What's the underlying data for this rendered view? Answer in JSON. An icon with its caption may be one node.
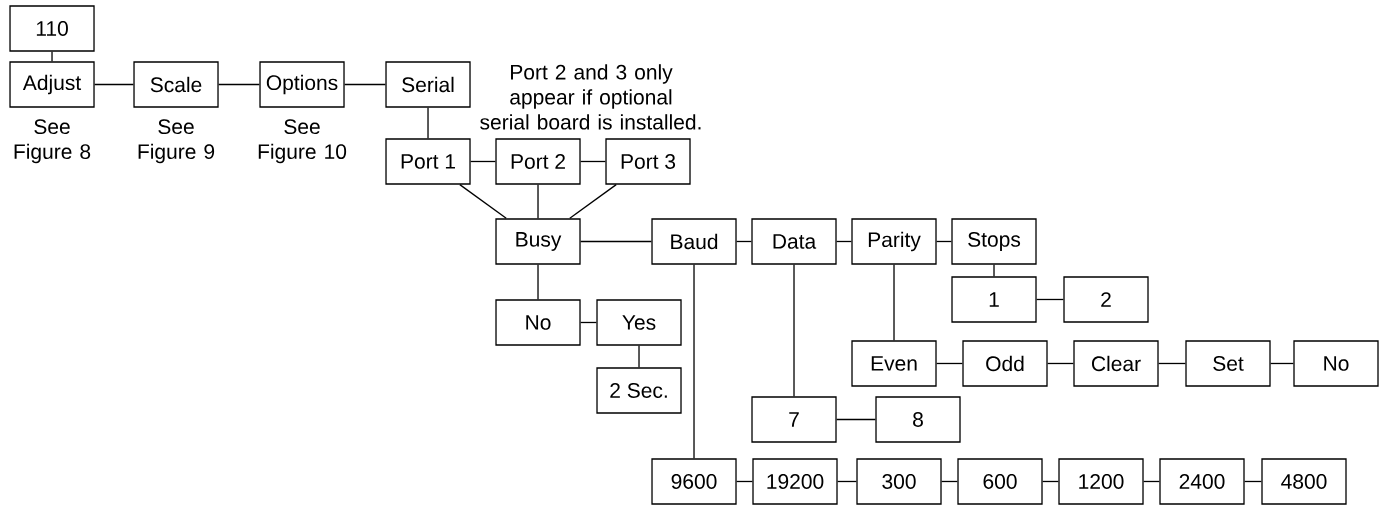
{
  "diagram": {
    "nodes": [
      {
        "text": [
          "110"
        ]
      },
      {
        "text": [
          "Adjust"
        ],
        "beside": [
          "See Figure 8"
        ]
      },
      {
        "text": [
          "Scale"
        ],
        "beside": [
          "See Figure 9"
        ]
      },
      {
        "text": [
          "Options"
        ],
        "beside": [
          "See Figure 10"
        ]
      },
      {
        "text": [
          "Serial"
        ]
      },
      {
        "text": [
          "Port 1"
        ]
      },
      {
        "text": [
          "Port 2"
        ]
      },
      {
        "text": [
          "Port 3"
        ]
      },
      {
        "text": [
          "Busy"
        ]
      },
      {
        "text": [
          "Baud"
        ]
      },
      {
        "text": [
          "Data"
        ]
      },
      {
        "text": [
          "Parity"
        ]
      },
      {
        "text": [
          "Stops"
        ]
      },
      {
        "text": [
          "1"
        ]
      },
      {
        "text": [
          "2"
        ]
      },
      {
        "text": [
          "No"
        ]
      },
      {
        "text": [
          "Yes"
        ]
      },
      {
        "text": [
          "Even"
        ]
      },
      {
        "text": [
          "Odd"
        ]
      },
      {
        "text": [
          "Clear"
        ]
      },
      {
        "text": [
          "Set"
        ]
      },
      {
        "text": [
          "No"
        ]
      },
      {
        "text": [
          "2 Sec."
        ]
      },
      {
        "text": [
          "7"
        ]
      },
      {
        "text": [
          "8"
        ]
      },
      {
        "text": [
          "9600"
        ]
      },
      {
        "text": [
          "19200"
        ]
      },
      {
        "text": [
          "300"
        ]
      },
      {
        "text": [
          "600"
        ]
      },
      {
        "text": [
          "1200"
        ]
      },
      {
        "text": [
          "2400"
        ]
      },
      {
        "text": [
          "4800"
        ]
      }
    ],
    "edges": [
      {
        "from": 0,
        "to": 1,
        "arrow": "none"
      },
      {
        "from": 1,
        "to": 2,
        "arrow": "none"
      },
      {
        "from": 2,
        "to": 3,
        "arrow": "none"
      },
      {
        "from": 3,
        "to": 4,
        "arrow": "none"
      },
      {
        "from": 4,
        "to": 5,
        "arrow": "none"
      },
      {
        "from": 5,
        "to": 6,
        "arrow": "none"
      },
      {
        "from": 6,
        "to": 7,
        "arrow": "none"
      },
      {
        "from": 5,
        "to": 8,
        "arrow": "none"
      },
      {
        "from": 6,
        "to": 8,
        "arrow": "none"
      },
      {
        "from": 7,
        "to": 8,
        "arrow": "none"
      },
      {
        "from": 8,
        "to": 9,
        "arrow": "none"
      },
      {
        "from": 9,
        "to": 10,
        "arrow": "none"
      },
      {
        "from": 10,
        "to": 11,
        "arrow": "none"
      },
      {
        "from": 11,
        "to": 12,
        "arrow": "none"
      },
      {
        "from": 12,
        "to": 13,
        "arrow": "none"
      },
      {
        "from": 13,
        "to": 14,
        "arrow": "none"
      },
      {
        "from": 8,
        "to": 15,
        "arrow": "none"
      },
      {
        "from": 15,
        "to": 16,
        "arrow": "none"
      },
      {
        "from": 16,
        "to": 22,
        "arrow": "none"
      },
      {
        "from": 11,
        "to": 17,
        "arrow": "none"
      },
      {
        "from": 17,
        "to": 18,
        "arrow": "none"
      },
      {
        "from": 18,
        "to": 19,
        "arrow": "none"
      },
      {
        "from": 19,
        "to": 20,
        "arrow": "none"
      },
      {
        "from": 20,
        "to": 21,
        "arrow": "none"
      },
      {
        "from": 10,
        "to": 23,
        "arrow": "none"
      },
      {
        "from": 23,
        "to": 24,
        "arrow": "none"
      },
      {
        "from": 9,
        "to": 25,
        "arrow": "none"
      },
      {
        "from": 25,
        "to": 26,
        "arrow": "none"
      },
      {
        "from": 26,
        "to": 27,
        "arrow": "none"
      },
      {
        "from": 27,
        "to": 28,
        "arrow": "none"
      },
      {
        "from": 28,
        "to": 29,
        "arrow": "none"
      },
      {
        "from": 29,
        "to": 30,
        "arrow": "none"
      },
      {
        "from": 30,
        "to": 31,
        "arrow": "none"
      }
    ],
    "labels": [
      "Port 2 and 3 only appear if optional serial board is installed."
    ]
  }
}
